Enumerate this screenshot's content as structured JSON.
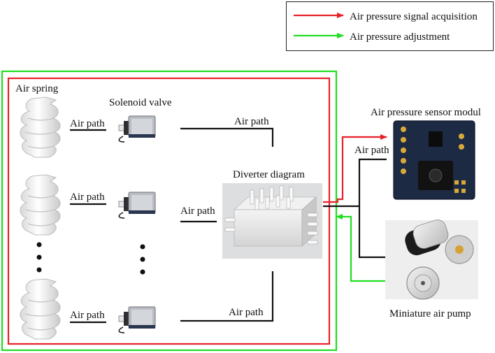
{
  "legend": {
    "items": [
      {
        "label": "Air pressure signal acquisition",
        "color": "#e8212a"
      },
      {
        "label": "Air pressure adjustment",
        "color": "#22dd22"
      }
    ]
  },
  "frames": {
    "outer_color": "#22dd22",
    "inner_color": "#e8212a"
  },
  "labels": {
    "air_spring": "Air spring",
    "solenoid_valve": "Solenoid valve",
    "diverter_diagram": "Diverter diagram",
    "sensor_module": "Air pressure sensor modul",
    "air_pump": "Miniature air pump",
    "air_path_label": "Air path"
  },
  "rows": [
    {
      "path_left": "Air path",
      "path_right": "Air path"
    },
    {
      "path_left": "Air path",
      "path_right": "Air path"
    },
    {
      "path_left": "Air path",
      "path_right": "Air path"
    }
  ],
  "right_side": {
    "sensor_path": "Air path"
  },
  "icons": {
    "air_spring": "air-spring-icon",
    "solenoid_valve": "solenoid-valve-icon",
    "diverter": "diverter-block-icon",
    "sensor": "sensor-module-icon",
    "pump": "air-pump-icon"
  }
}
